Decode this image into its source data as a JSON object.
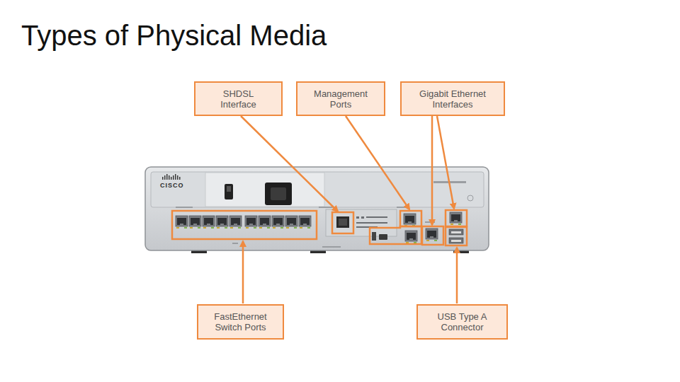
{
  "diagram": {
    "title": "Types of Physical Media",
    "nodes": [
      {
        "text": [
          "SHDSL Interface"
        ]
      },
      {
        "text": [
          "Management Ports"
        ]
      },
      {
        "text": [
          "Gigabit Ethernet Interfaces"
        ]
      },
      {
        "text": [
          "FastEthernet Switch Ports"
        ]
      },
      {
        "text": [
          "USB Type A Connector"
        ]
      }
    ],
    "labels": [
      "CISCO"
    ]
  }
}
